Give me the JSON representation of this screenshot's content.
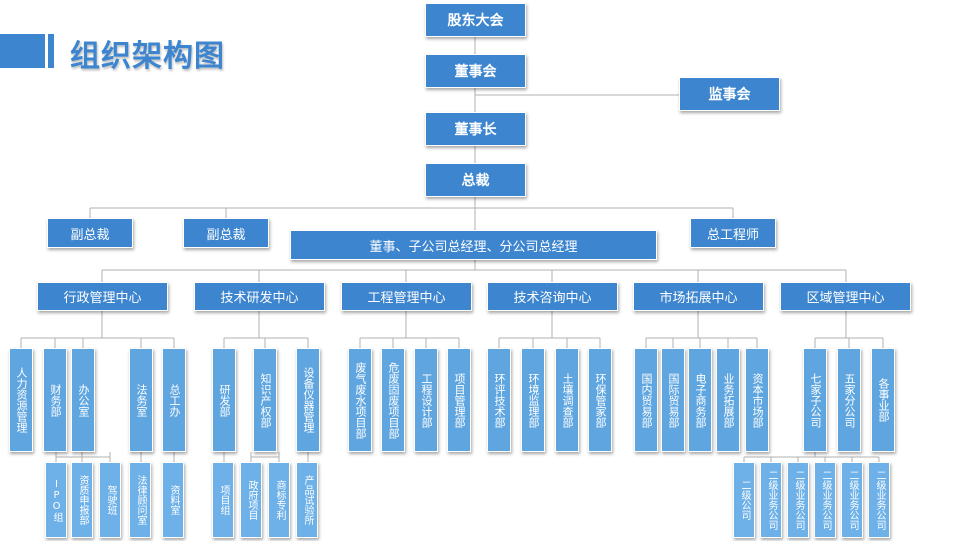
{
  "page": {
    "title": "组织架构图"
  },
  "top": {
    "shareholders": "股东大会",
    "board": "董事会",
    "supervisors": "监事会",
    "chairman": "董事长",
    "president": "总裁"
  },
  "exec": {
    "vp1": "副总裁",
    "vp2": "副总裁",
    "gm": "董事、子公司总经理、分公司总经理",
    "engineer": "总工程师"
  },
  "centers": [
    "行政管理中心",
    "技术研发中心",
    "工程管理中心",
    "技术咨询中心",
    "市场拓展中心",
    "区域管理中心"
  ],
  "depts": [
    "人力资源管理",
    "财务部",
    "办公室",
    "法务室",
    "总工办",
    "研发部",
    "知识产权部",
    "设备仪器管理",
    "废气废水项目部",
    "危废固废项目部",
    "工程设计部",
    "项目管理部",
    "环评技术部",
    "环境监理部",
    "土壤调查部",
    "环保管家部",
    "国内贸易部",
    "国际贸易部",
    "电子商务部",
    "业务拓展部",
    "资本市场部",
    "七家子公司",
    "五家分公司",
    "各事业部"
  ],
  "subs": [
    "IPO组",
    "资质申报部",
    "驾驶班",
    "法律顾问室",
    "资料室",
    "项目组",
    "政府项目",
    "商标专利",
    "产品试验所",
    "二级公司",
    "二级业务公司",
    "二级业务公司",
    "二级业务公司",
    "二级业务公司",
    "二级业务公司"
  ],
  "colors": {
    "primary": "#3d86cf",
    "level1": "#5fa6e0",
    "level2": "#6eb1e8",
    "line": "#b0b0b0"
  }
}
